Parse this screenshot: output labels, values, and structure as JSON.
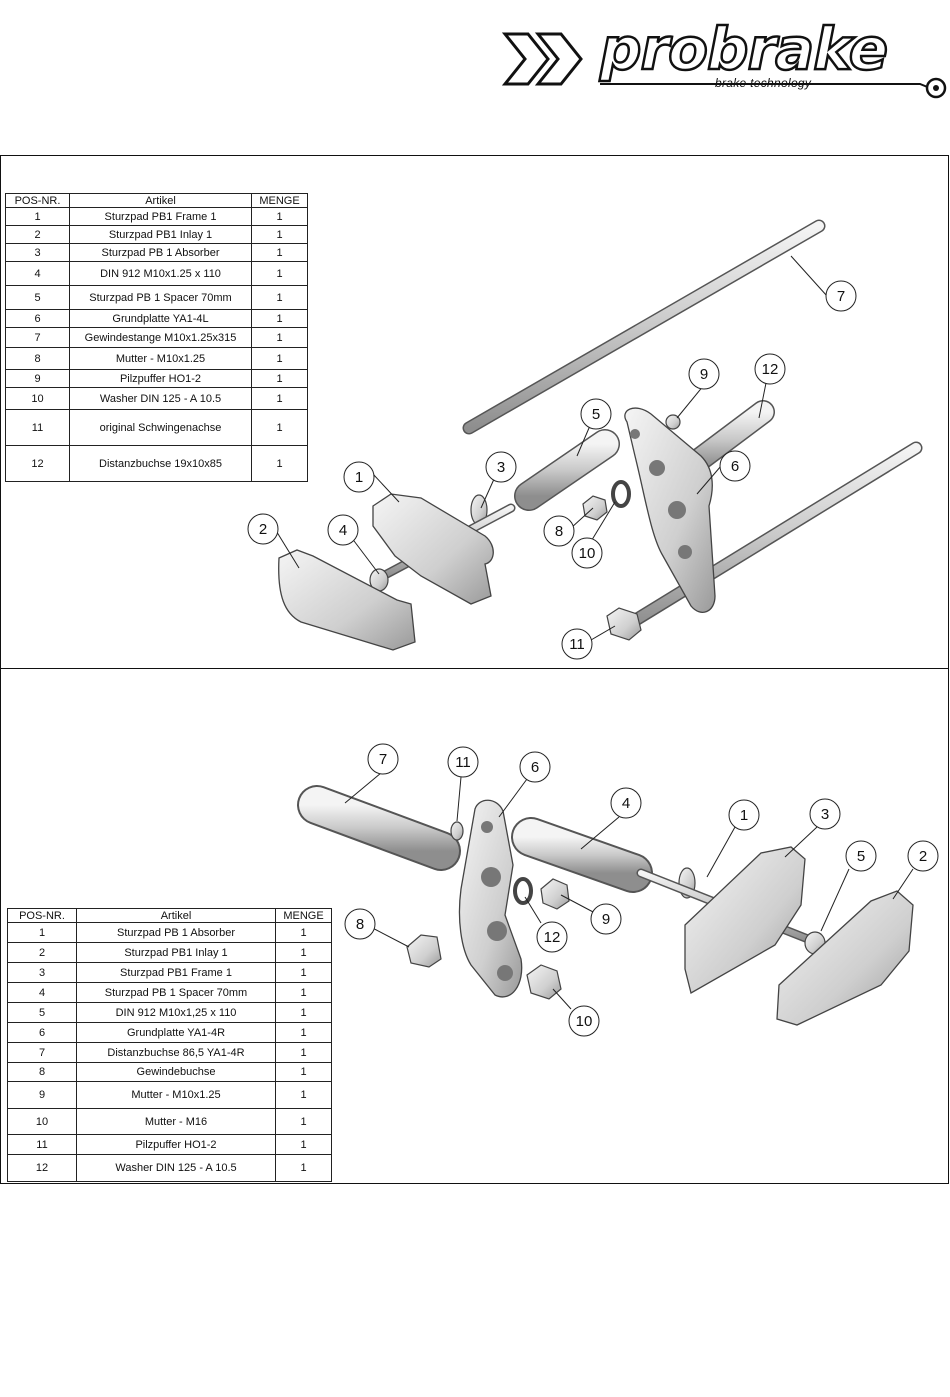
{
  "brand": {
    "name": "probrake",
    "tagline": "brake technology",
    "icons": [
      "double-chevron-icon",
      "brake-line-fitting-icon"
    ]
  },
  "bom_headers": {
    "pos": "POS-NR.",
    "article": "Artikel",
    "qty": "MENGE"
  },
  "table_a": [
    {
      "pos": "1",
      "article": "Sturzpad PB1 Frame 1",
      "qty": "1"
    },
    {
      "pos": "2",
      "article": "Sturzpad PB1 Inlay 1",
      "qty": "1"
    },
    {
      "pos": "3",
      "article": "Sturzpad PB 1 Absorber",
      "qty": "1"
    },
    {
      "pos": "4",
      "article": "DIN 912 M10x1.25 x 110",
      "qty": "1"
    },
    {
      "pos": "5",
      "article": "Sturzpad PB 1 Spacer 70mm",
      "qty": "1"
    },
    {
      "pos": "6",
      "article": "Grundplatte YA1-4L",
      "qty": "1"
    },
    {
      "pos": "7",
      "article": "Gewindestange M10x1.25x315",
      "qty": "1"
    },
    {
      "pos": "8",
      "article": "Mutter - M10x1.25",
      "qty": "1"
    },
    {
      "pos": "9",
      "article": "Pilzpuffer HO1-2",
      "qty": "1"
    },
    {
      "pos": "10",
      "article": "Washer DIN 125 - A 10.5",
      "qty": "1"
    },
    {
      "pos": "11",
      "article": "original Schwingenachse",
      "qty": "1"
    },
    {
      "pos": "12",
      "article": "Distanzbuchse 19x10x85",
      "qty": "1"
    }
  ],
  "table_b": [
    {
      "pos": "1",
      "article": "Sturzpad PB 1 Absorber",
      "qty": "1"
    },
    {
      "pos": "2",
      "article": "Sturzpad PB1 Inlay 1",
      "qty": "1"
    },
    {
      "pos": "3",
      "article": "Sturzpad PB1 Frame 1",
      "qty": "1"
    },
    {
      "pos": "4",
      "article": "Sturzpad PB 1 Spacer 70mm",
      "qty": "1"
    },
    {
      "pos": "5",
      "article": "DIN 912 M10x1,25 x 110",
      "qty": "1"
    },
    {
      "pos": "6",
      "article": "Grundplatte YA1-4R",
      "qty": "1"
    },
    {
      "pos": "7",
      "article": "Distanzbuchse 86,5 YA1-4R",
      "qty": "1"
    },
    {
      "pos": "8",
      "article": "Gewindebuchse",
      "qty": "1"
    },
    {
      "pos": "9",
      "article": "Mutter - M10x1.25",
      "qty": "1"
    },
    {
      "pos": "10",
      "article": "Mutter - M16",
      "qty": "1"
    },
    {
      "pos": "11",
      "article": "Pilzpuffer HO1-2",
      "qty": "1"
    },
    {
      "pos": "12",
      "article": "Washer DIN 125 - A 10.5",
      "qty": "1"
    }
  ],
  "callouts_a": [
    "1",
    "2",
    "3",
    "4",
    "5",
    "6",
    "7",
    "8",
    "9",
    "10",
    "11",
    "12"
  ],
  "callouts_b": [
    "1",
    "2",
    "3",
    "4",
    "5",
    "6",
    "7",
    "8",
    "9",
    "10",
    "11",
    "12"
  ]
}
